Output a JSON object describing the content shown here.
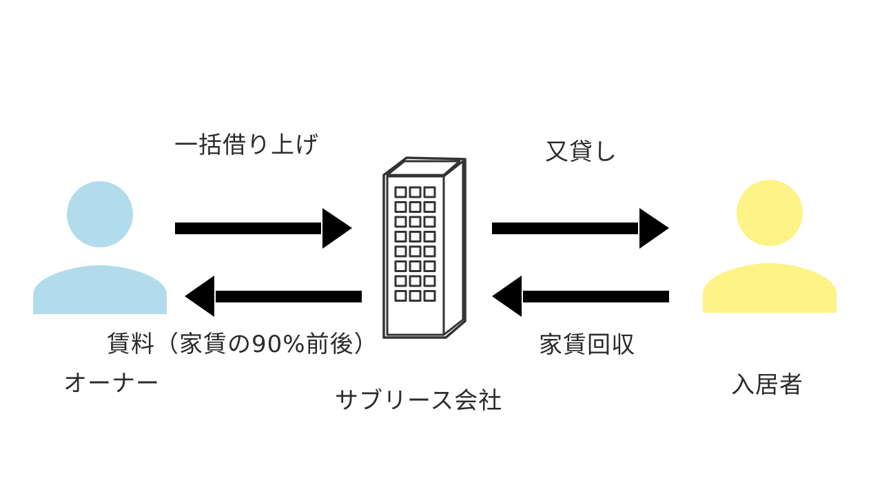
{
  "diagram": {
    "actors": {
      "owner": {
        "label": "オーナー",
        "color": "#b2dcec",
        "icon": "person-icon"
      },
      "sublease_company": {
        "label": "サブリース会社",
        "icon": "building-icon"
      },
      "tenant": {
        "label": "入居者",
        "color": "#fdf386",
        "icon": "person-icon"
      }
    },
    "flows": {
      "owner_to_company": {
        "label": "一括借り上げ",
        "direction": "right"
      },
      "company_to_owner": {
        "label": "賃料（家賃の90%前後）",
        "direction": "left"
      },
      "company_to_tenant": {
        "label": "又貸し",
        "direction": "right"
      },
      "tenant_to_company": {
        "label": "家賃回収",
        "direction": "left"
      }
    },
    "arrow_color": "#000000",
    "building_stroke": "#333333"
  }
}
